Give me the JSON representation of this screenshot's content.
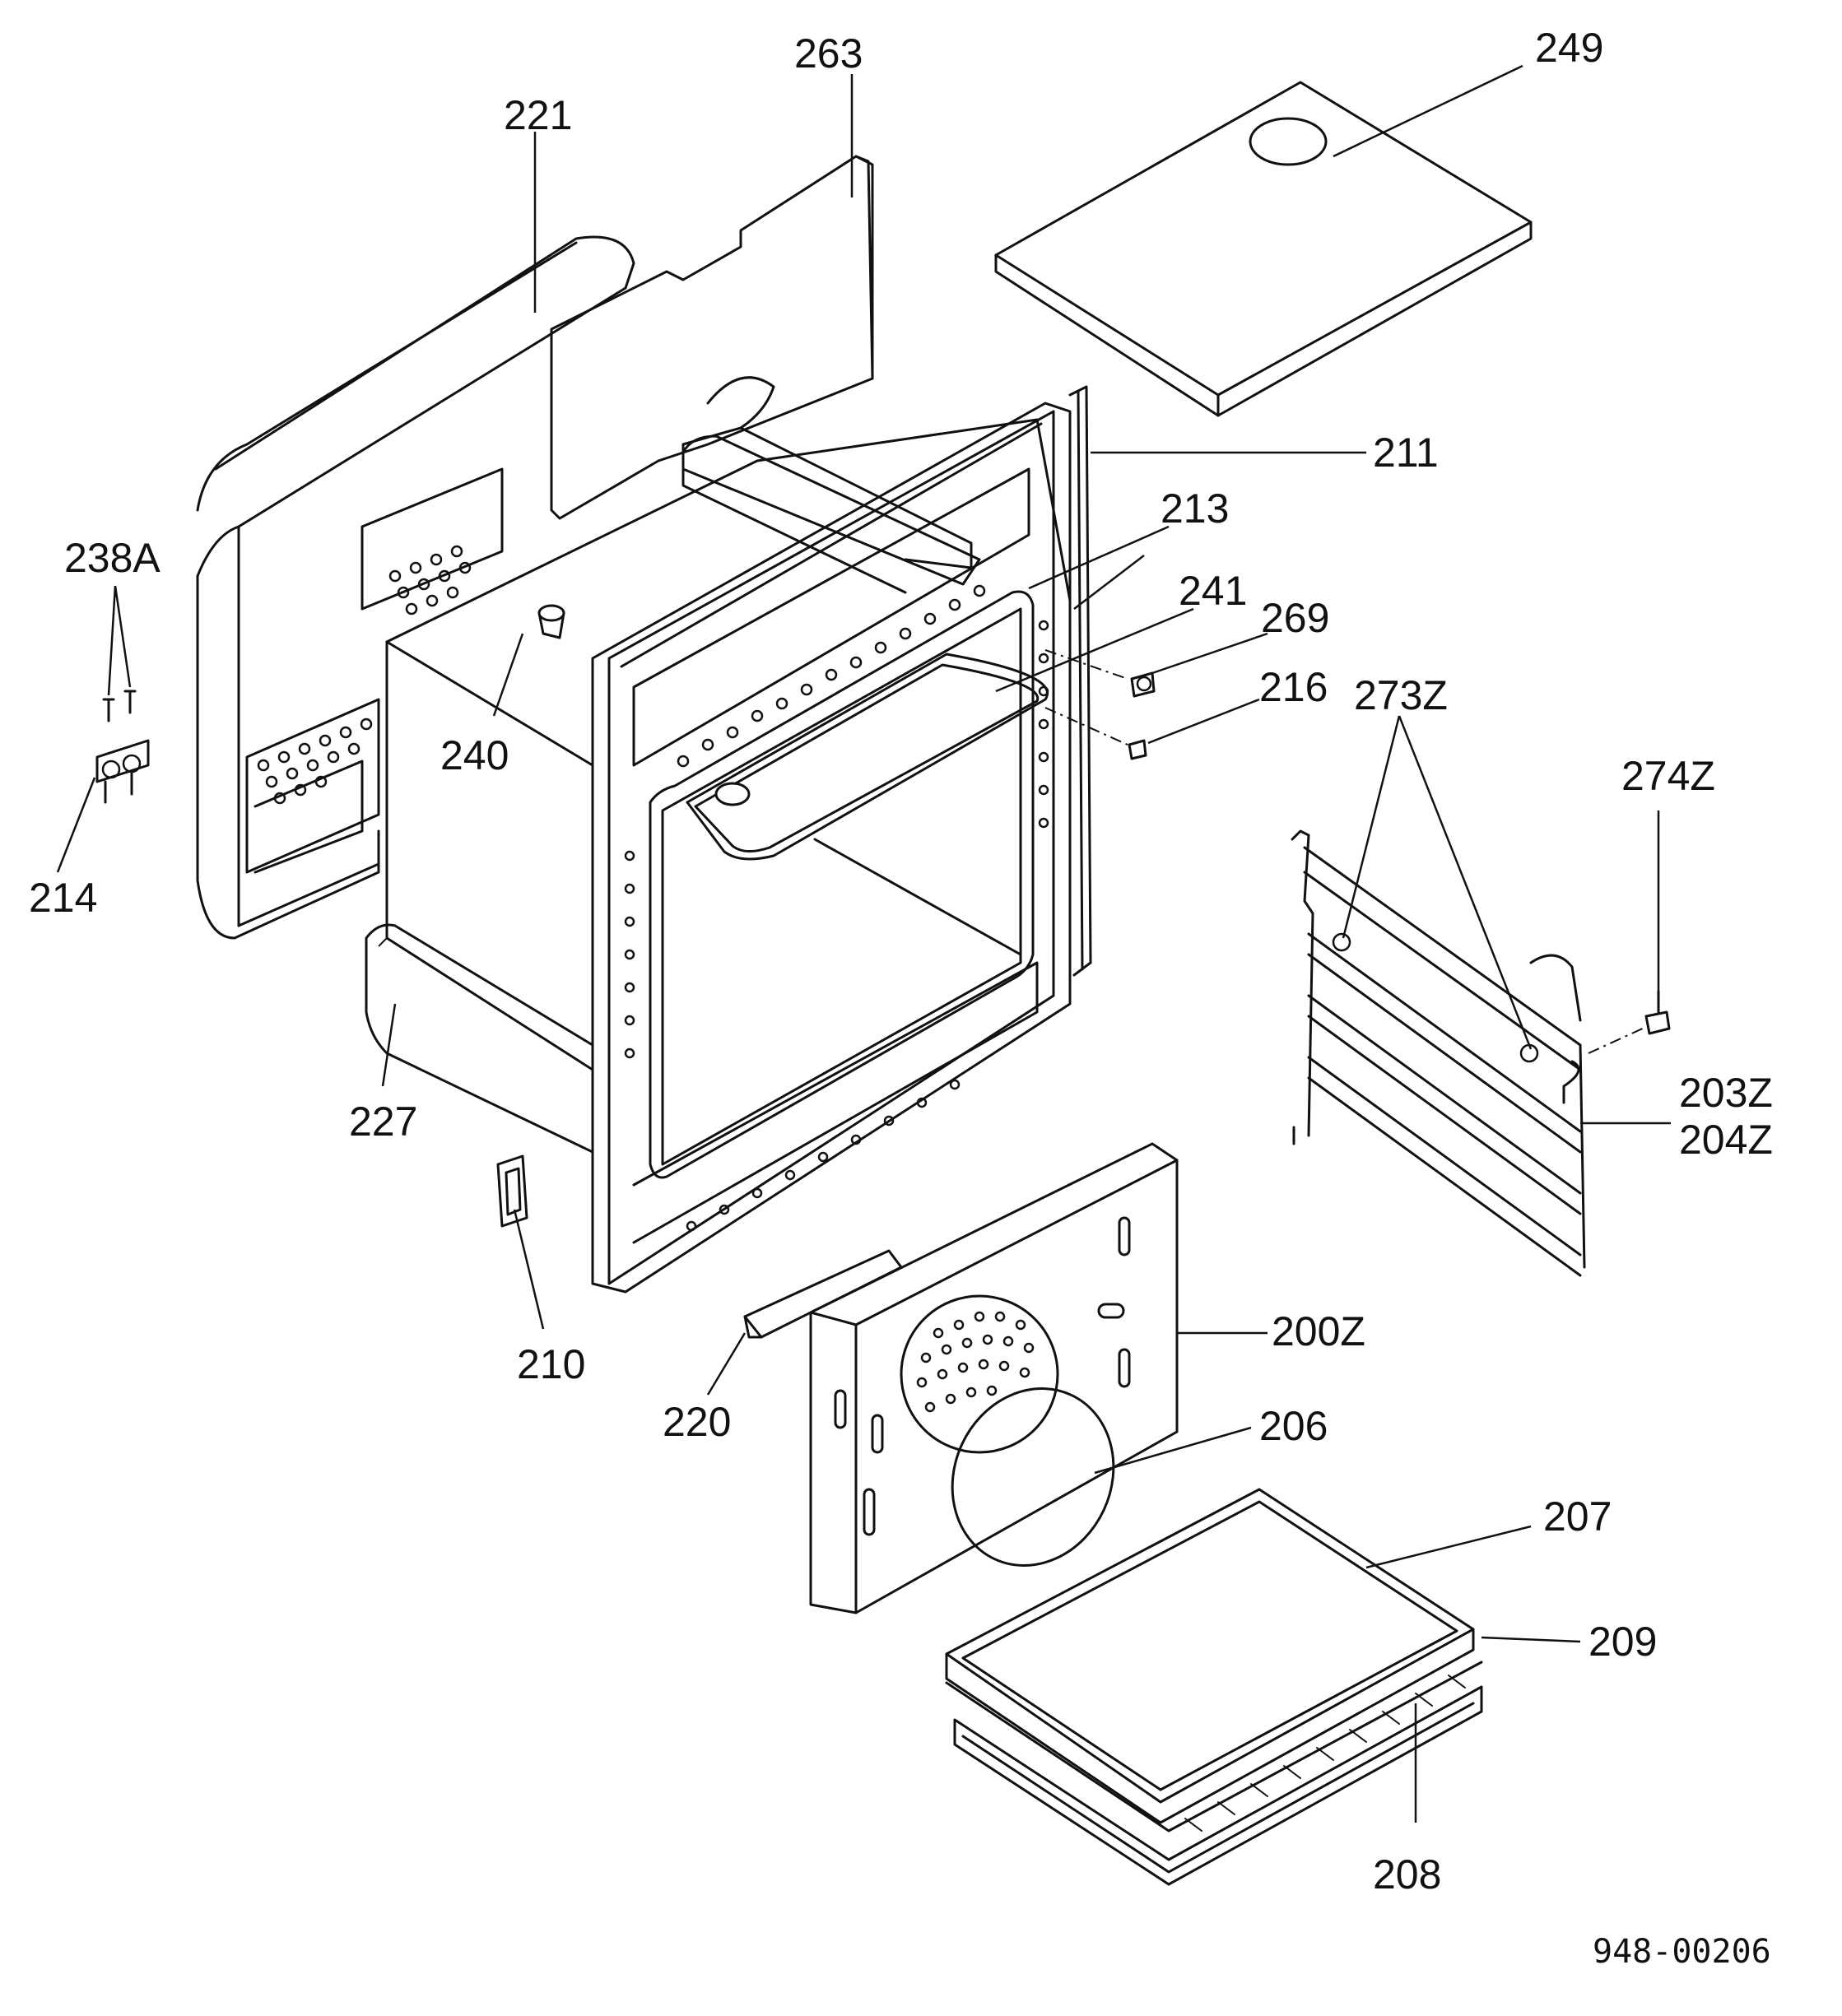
{
  "labels": {
    "p263": "263",
    "p249": "249",
    "p221": "221",
    "p211": "211",
    "p213": "213",
    "p238a": "238A",
    "p241": "241",
    "p269": "269",
    "p216": "216",
    "p273z": "273Z",
    "p240": "240",
    "p274z": "274Z",
    "p214": "214",
    "p227": "227",
    "p203z": "203Z",
    "p204z": "204Z",
    "p200z": "200Z",
    "p210": "210",
    "p220": "220",
    "p206": "206",
    "p207": "207",
    "p209": "209",
    "p208": "208"
  },
  "drawing_code": "948-00206"
}
